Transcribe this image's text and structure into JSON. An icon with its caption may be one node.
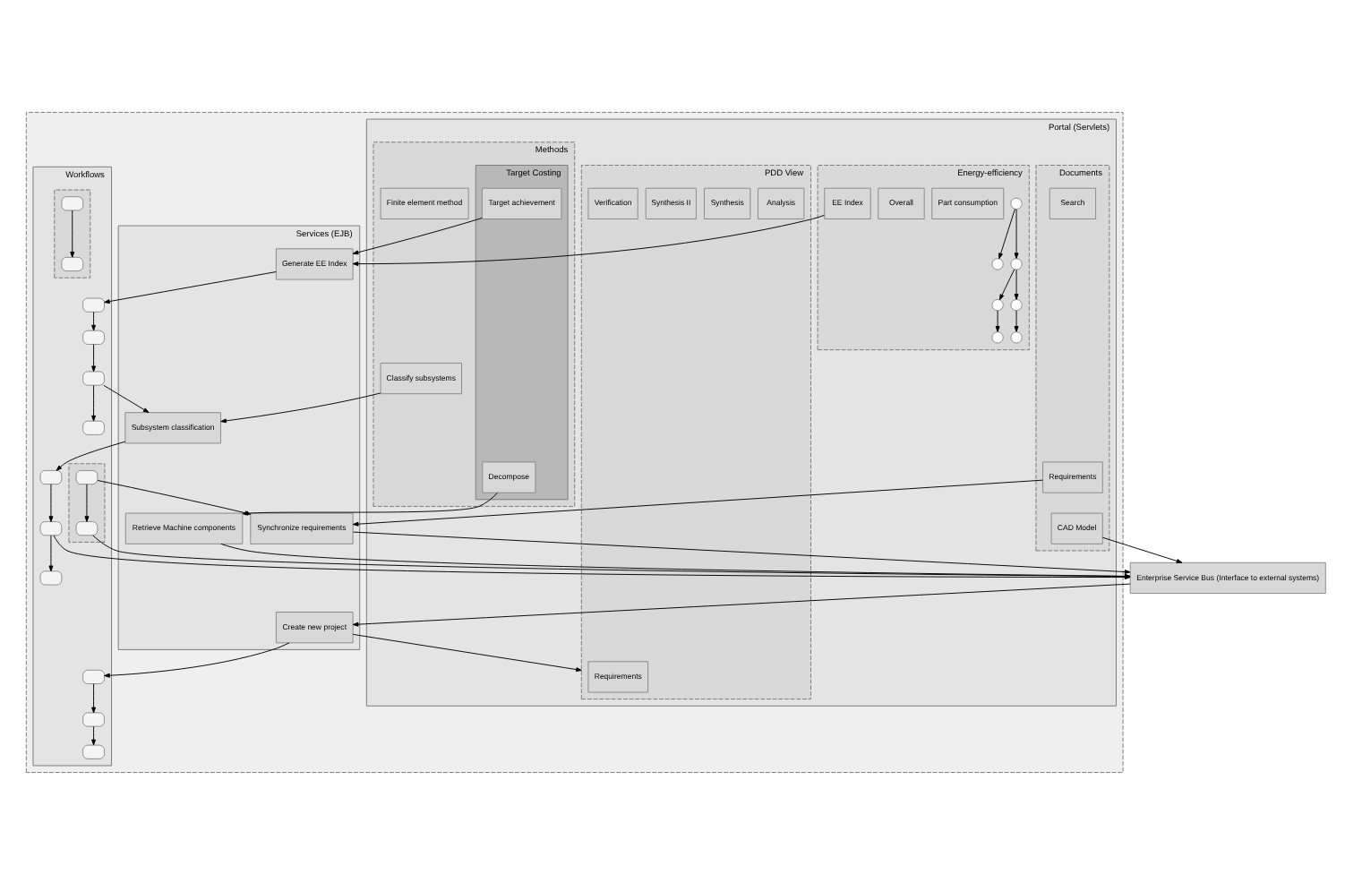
{
  "diagram": {
    "nodes": [
      {
        "text": [],
        "shape": "box"
      },
      {
        "text": [
          "Portal (Servlets)"
        ],
        "in": 0
      },
      {
        "text": [
          "Documents"
        ],
        "in": 1
      },
      {
        "text": [
          "Search"
        ],
        "in": 2
      },
      {
        "text": [
          "CAD Model"
        ],
        "in": 2
      },
      {
        "text": [
          "Requirements"
        ],
        "in": 2
      },
      {
        "text": [
          "Energy-efficiency"
        ],
        "in": 1
      },
      {
        "text": [],
        "shape": "circle",
        "in": 6
      },
      {
        "text": [],
        "shape": "circle",
        "in": 6
      },
      {
        "text": [],
        "shape": "circle",
        "in": 6
      },
      {
        "text": [],
        "shape": "circle",
        "in": 6
      },
      {
        "text": [],
        "shape": "circle",
        "in": 6
      },
      {
        "text": [],
        "shape": "circle",
        "in": 6
      },
      {
        "text": [],
        "shape": "circle",
        "in": 6
      },
      {
        "text": [
          "Part consumption"
        ],
        "in": 6
      },
      {
        "text": [
          "Overall"
        ],
        "in": 6
      },
      {
        "text": [
          "EE Index"
        ],
        "in": 6
      },
      {
        "text": [
          "Methods"
        ],
        "in": 1
      },
      {
        "text": [
          "Finite element method"
        ],
        "in": 17
      },
      {
        "text": [
          "Classify subsystems"
        ],
        "in": 17
      },
      {
        "text": [
          "Target Costing"
        ],
        "in": 17
      },
      {
        "text": [
          "Decompose"
        ],
        "in": 20
      },
      {
        "text": [
          "Target achievement"
        ],
        "in": 20
      },
      {
        "text": [
          "PDD View"
        ],
        "in": 1
      },
      {
        "text": [
          "Requirements"
        ],
        "in": 23
      },
      {
        "text": [
          "Analysis"
        ],
        "in": 23
      },
      {
        "text": [
          "Synthesis"
        ],
        "in": 23
      },
      {
        "text": [
          "Synthesis II"
        ],
        "in": 23
      },
      {
        "text": [
          "Verification"
        ],
        "in": 23
      },
      {
        "text": [
          "Services (EJB)"
        ],
        "in": 0
      },
      {
        "text": [
          "Synchronize requirements"
        ],
        "in": 29
      },
      {
        "text": [
          "Generate EE Index"
        ],
        "in": 29
      },
      {
        "text": [
          "Subsystem classification"
        ],
        "in": 29
      },
      {
        "text": [
          "Retrieve Machine components"
        ],
        "in": 29
      },
      {
        "text": [
          "Create new project"
        ],
        "in": 29
      },
      {
        "text": [
          "Workflows"
        ],
        "in": 0
      },
      {
        "text": [],
        "shape": "box",
        "in": 35
      },
      {
        "text": [],
        "shape": "box",
        "in": 35
      },
      {
        "text": [],
        "shape": "box",
        "in": 35
      },
      {
        "text": [],
        "shape": "box",
        "in": 35
      },
      {
        "text": [],
        "shape": "box",
        "in": 35
      },
      {
        "text": [],
        "shape": "box",
        "in": 40
      },
      {
        "text": [],
        "shape": "box",
        "in": 40
      },
      {
        "text": [],
        "shape": "box",
        "in": 35
      },
      {
        "text": [],
        "shape": "box",
        "in": 35
      },
      {
        "text": [],
        "shape": "box",
        "in": 35
      },
      {
        "text": [],
        "shape": "box",
        "in": 35
      },
      {
        "text": [],
        "shape": "box",
        "in": 35
      },
      {
        "text": [],
        "shape": "box",
        "in": 35
      },
      {
        "text": [],
        "shape": "box",
        "in": 35
      },
      {
        "text": [],
        "shape": "box",
        "in": 49
      },
      {
        "text": [],
        "shape": "box",
        "in": 49
      },
      {
        "text": [
          "Enterprise Service Bus (Interface to external systems)"
        ]
      }
    ],
    "edges": [
      {
        "from": 7,
        "to": 8,
        "arrow": "to"
      },
      {
        "from": 7,
        "to": 9,
        "arrow": "to"
      },
      {
        "from": 9,
        "to": 10,
        "arrow": "to"
      },
      {
        "from": 9,
        "to": 11,
        "arrow": "to"
      },
      {
        "from": 10,
        "to": 12,
        "arrow": "to"
      },
      {
        "from": 11,
        "to": 13,
        "arrow": "to"
      },
      {
        "from": 4,
        "to": 52,
        "arrow": "to"
      },
      {
        "from": 5,
        "to": 30,
        "arrow": "to"
      },
      {
        "from": 16,
        "to": 31,
        "arrow": "to"
      },
      {
        "from": 22,
        "to": 31,
        "arrow": "to"
      },
      {
        "from": 19,
        "to": 32,
        "arrow": "to"
      },
      {
        "from": 21,
        "to": 33,
        "arrow": "to"
      },
      {
        "from": 34,
        "to": 23,
        "arrow": "to"
      },
      {
        "from": 30,
        "to": 52,
        "arrow": "to"
      },
      {
        "from": 31,
        "to": 36,
        "arrow": "to"
      },
      {
        "from": 38,
        "to": 32,
        "arrow": "to"
      },
      {
        "from": 41,
        "to": 30,
        "arrow": "to"
      },
      {
        "from": 36,
        "to": 37,
        "arrow": "to"
      },
      {
        "from": 37,
        "to": 38,
        "arrow": "to"
      },
      {
        "from": 38,
        "to": 39,
        "arrow": "to"
      },
      {
        "from": 41,
        "to": 42,
        "arrow": "to"
      },
      {
        "from": 42,
        "to": 52,
        "arrow": "to"
      },
      {
        "from": 32,
        "to": 43,
        "arrow": "to"
      },
      {
        "from": 43,
        "to": 44,
        "arrow": "to"
      },
      {
        "from": 44,
        "to": 45,
        "arrow": "to"
      },
      {
        "from": 44,
        "to": 52,
        "arrow": "to"
      },
      {
        "from": 33,
        "to": 52,
        "arrow": "to"
      },
      {
        "from": 34,
        "to": 46,
        "arrow": "to"
      },
      {
        "from": 46,
        "to": 47,
        "arrow": "to"
      },
      {
        "from": 47,
        "to": 48,
        "arrow": "to"
      },
      {
        "from": 50,
        "to": 51,
        "arrow": "to"
      },
      {
        "from": 52,
        "to": 34,
        "arrow": "to"
      }
    ]
  }
}
